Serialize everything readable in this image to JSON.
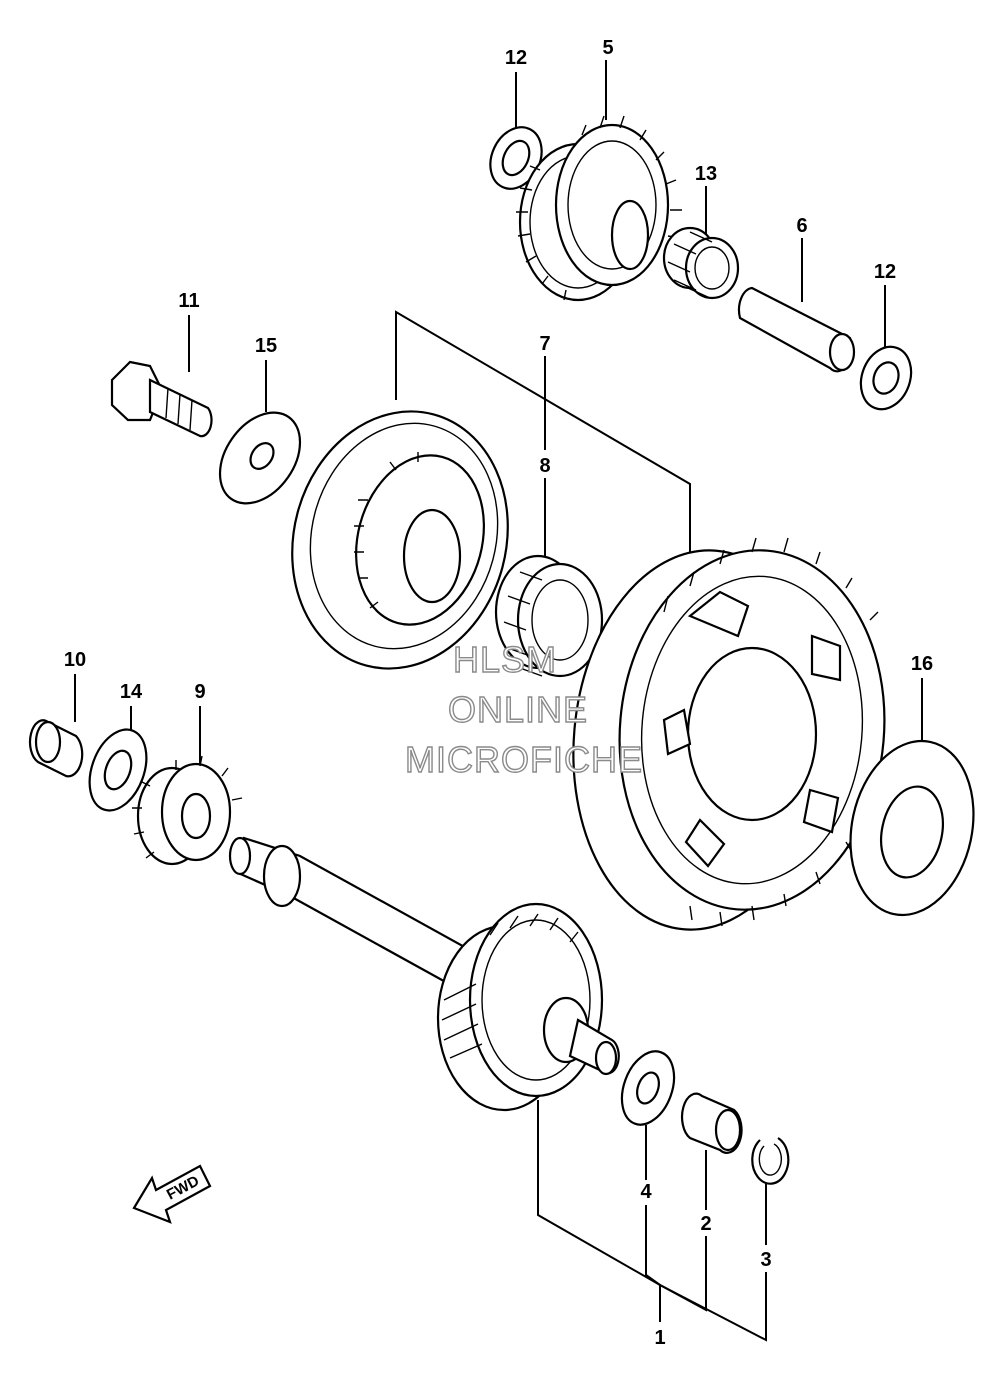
{
  "callouts": [
    "1",
    "2",
    "3",
    "4",
    "5",
    "6",
    "7",
    "8",
    "9",
    "10",
    "11",
    "12",
    "13",
    "14",
    "15",
    "16"
  ],
  "watermark": {
    "line1": "HLSM",
    "line2": "ONLINE",
    "line3": "MICROFICHE"
  },
  "direction_arrow": {
    "label": "FWD",
    "icon": "arrow-icon"
  },
  "colors": {
    "line": "#000000",
    "background": "#ffffff",
    "watermark_outline": "#8a8a8a"
  }
}
